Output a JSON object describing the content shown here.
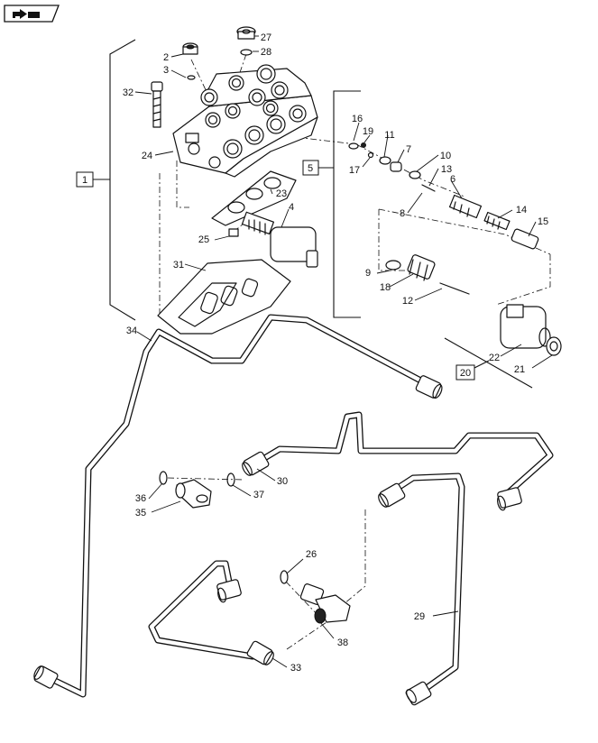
{
  "callouts": [
    {
      "id": "c1",
      "text": "1",
      "boxed": true
    },
    {
      "id": "c2",
      "text": "2"
    },
    {
      "id": "c3",
      "text": "3"
    },
    {
      "id": "c4",
      "text": "4"
    },
    {
      "id": "c5",
      "text": "5",
      "boxed": true
    },
    {
      "id": "c6",
      "text": "6"
    },
    {
      "id": "c7",
      "text": "7"
    },
    {
      "id": "c8",
      "text": "8"
    },
    {
      "id": "c9",
      "text": "9"
    },
    {
      "id": "c10",
      "text": "10"
    },
    {
      "id": "c11",
      "text": "11"
    },
    {
      "id": "c12",
      "text": "12"
    },
    {
      "id": "c13",
      "text": "13"
    },
    {
      "id": "c14",
      "text": "14"
    },
    {
      "id": "c15",
      "text": "15"
    },
    {
      "id": "c16",
      "text": "16"
    },
    {
      "id": "c17",
      "text": "17"
    },
    {
      "id": "c18",
      "text": "18"
    },
    {
      "id": "c19",
      "text": "19"
    },
    {
      "id": "c20",
      "text": "20",
      "boxed": true
    },
    {
      "id": "c21",
      "text": "21"
    },
    {
      "id": "c22",
      "text": "22"
    },
    {
      "id": "c23",
      "text": "23"
    },
    {
      "id": "c24",
      "text": "24"
    },
    {
      "id": "c25",
      "text": "25"
    },
    {
      "id": "c26",
      "text": "26"
    },
    {
      "id": "c27",
      "text": "27"
    },
    {
      "id": "c28",
      "text": "28"
    },
    {
      "id": "c29",
      "text": "29"
    },
    {
      "id": "c30",
      "text": "30"
    },
    {
      "id": "c31",
      "text": "31"
    },
    {
      "id": "c32",
      "text": "32"
    },
    {
      "id": "c33",
      "text": "33"
    },
    {
      "id": "c34",
      "text": "34"
    },
    {
      "id": "c35",
      "text": "35"
    },
    {
      "id": "c36",
      "text": "36"
    },
    {
      "id": "c37",
      "text": "37"
    },
    {
      "id": "c38",
      "text": "38"
    }
  ],
  "icons": {
    "corner_badge": "forward-arrow-book-icon"
  }
}
